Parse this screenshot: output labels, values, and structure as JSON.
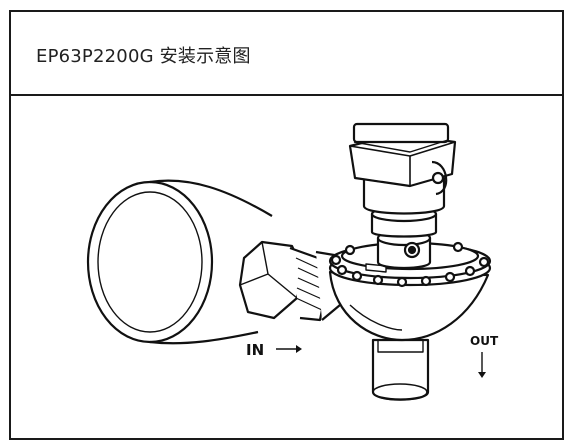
{
  "header": {
    "title": "EP63P2200G 安装示意图"
  },
  "labels": {
    "inlet": "IN",
    "outlet": "OUT"
  },
  "colors": {
    "line": "#111111",
    "background": "#ffffff",
    "frame": "#1a1a1a"
  }
}
